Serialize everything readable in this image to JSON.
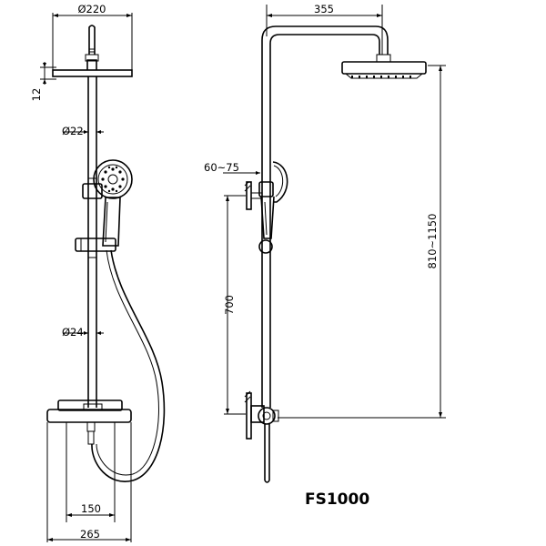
{
  "model": "FS1000",
  "dimensions": {
    "head_diameter": "Ø220",
    "head_thickness": "12",
    "pipe_upper_diameter": "Ø22",
    "pipe_lower_diameter": "Ø24",
    "valve_centers": "150",
    "valve_width": "265",
    "arm_reach": "355",
    "wall_offset": "60~75",
    "mount_height": "700",
    "total_height": "810~1150"
  }
}
